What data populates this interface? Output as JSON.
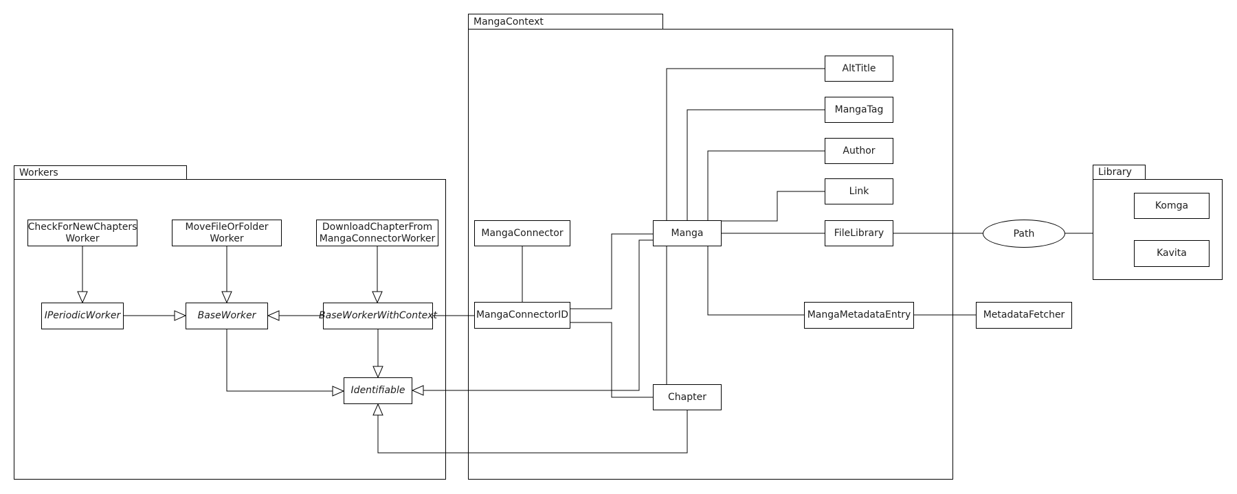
{
  "packages": {
    "workers": {
      "label": "Workers"
    },
    "manga_context": {
      "label": "MangaContext"
    },
    "library": {
      "label": "Library"
    }
  },
  "nodes": {
    "check_for_new_chapters_worker": {
      "lines": [
        "CheckForNewChapters",
        "Worker"
      ]
    },
    "move_file_or_folder_worker": {
      "lines": [
        "MoveFileOrFolder",
        "Worker"
      ]
    },
    "download_chapter_from_manga_connector_worker": {
      "lines": [
        "DownloadChapterFrom",
        "MangaConnectorWorker"
      ]
    },
    "i_periodic_worker": {
      "lines": [
        "IPeriodicWorker"
      ]
    },
    "base_worker": {
      "lines": [
        "BaseWorker"
      ]
    },
    "base_worker_with_context": {
      "lines": [
        "BaseWorkerWithContext"
      ]
    },
    "identifiable": {
      "lines": [
        "Identifiable"
      ]
    },
    "manga_connector": {
      "lines": [
        "MangaConnector"
      ]
    },
    "manga_connector_id": {
      "lines": [
        "MangaConnectorID"
      ]
    },
    "manga": {
      "lines": [
        "Manga"
      ]
    },
    "chapter": {
      "lines": [
        "Chapter"
      ]
    },
    "alt_title": {
      "lines": [
        "AltTitle"
      ]
    },
    "manga_tag": {
      "lines": [
        "MangaTag"
      ]
    },
    "author": {
      "lines": [
        "Author"
      ]
    },
    "link": {
      "lines": [
        "Link"
      ]
    },
    "file_library": {
      "lines": [
        "FileLibrary"
      ]
    },
    "manga_metadata_entry": {
      "lines": [
        "MangaMetadataEntry"
      ]
    },
    "metadata_fetcher": {
      "lines": [
        "MetadataFetcher"
      ]
    },
    "komga": {
      "lines": [
        "Komga"
      ]
    },
    "kavita": {
      "lines": [
        "Kavita"
      ]
    },
    "path": {
      "lines": [
        "Path"
      ]
    }
  },
  "relationships": [
    {
      "from": "CheckForNewChaptersWorker",
      "to": "IPeriodicWorker",
      "type": "inheritance"
    },
    {
      "from": "MoveFileOrFolderWorker",
      "to": "BaseWorker",
      "type": "inheritance"
    },
    {
      "from": "DownloadChapterFromMangaConnectorWorker",
      "to": "BaseWorkerWithContext",
      "type": "inheritance"
    },
    {
      "from": "IPeriodicWorker",
      "to": "BaseWorker",
      "type": "inheritance"
    },
    {
      "from": "BaseWorkerWithContext",
      "to": "BaseWorker",
      "type": "inheritance"
    },
    {
      "from": "BaseWorker",
      "to": "Identifiable",
      "type": "inheritance"
    },
    {
      "from": "BaseWorkerWithContext",
      "to": "Identifiable",
      "type": "inheritance"
    },
    {
      "from": "Manga",
      "to": "Identifiable",
      "type": "inheritance"
    },
    {
      "from": "Chapter",
      "to": "Identifiable",
      "type": "inheritance"
    },
    {
      "from": "BaseWorkerWithContext",
      "to": "MangaConnectorID",
      "type": "association"
    },
    {
      "from": "MangaConnector",
      "to": "MangaConnectorID",
      "type": "association"
    },
    {
      "from": "MangaConnectorID",
      "to": "Manga",
      "type": "association"
    },
    {
      "from": "MangaConnectorID",
      "to": "Chapter",
      "type": "association"
    },
    {
      "from": "Manga",
      "to": "Chapter",
      "type": "association"
    },
    {
      "from": "Manga",
      "to": "AltTitle",
      "type": "association"
    },
    {
      "from": "Manga",
      "to": "MangaTag",
      "type": "association"
    },
    {
      "from": "Manga",
      "to": "Author",
      "type": "association"
    },
    {
      "from": "Manga",
      "to": "Link",
      "type": "association"
    },
    {
      "from": "Manga",
      "to": "FileLibrary",
      "type": "association"
    },
    {
      "from": "Manga",
      "to": "MangaMetadataEntry",
      "type": "association"
    },
    {
      "from": "MangaMetadataEntry",
      "to": "MetadataFetcher",
      "type": "association"
    },
    {
      "from": "FileLibrary",
      "to": "Path",
      "type": "association"
    },
    {
      "from": "Path",
      "to": "Library",
      "type": "association"
    }
  ],
  "colors": {
    "line": "#000000",
    "background": "#ffffff",
    "node_fill": "#ffffff"
  }
}
